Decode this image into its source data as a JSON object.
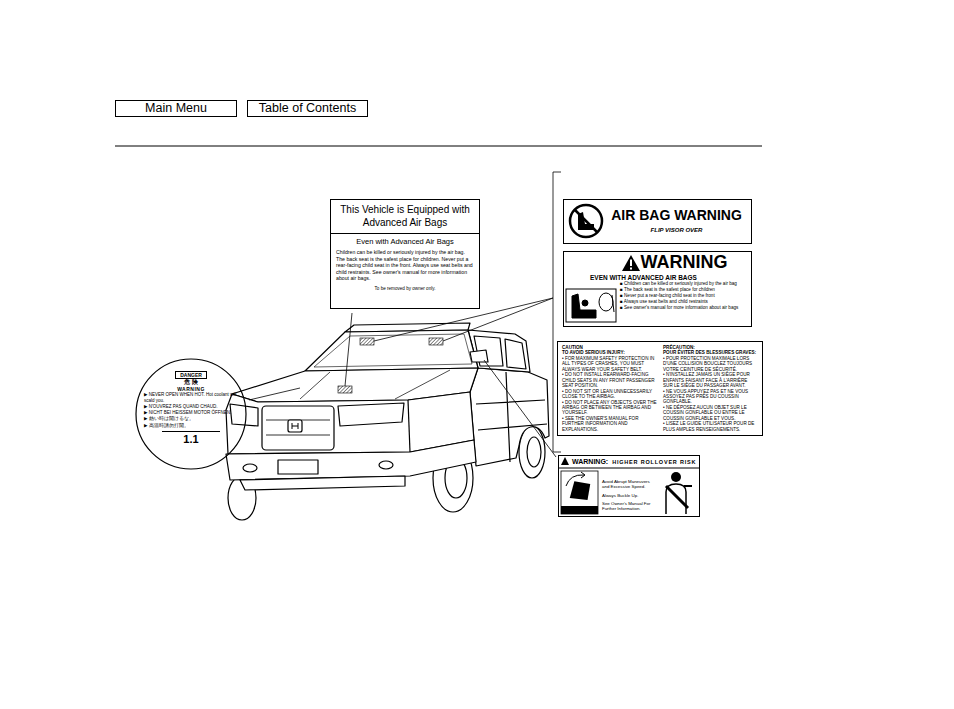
{
  "diagram": {
    "nodes": [
      {
        "text": [
          "Main Menu"
        ]
      },
      {
        "text": [
          "Table of Contents"
        ]
      },
      {
        "text": [
          "This Vehicle is Equipped with Advanced Air Bags",
          "Even with Advanced Air Bags",
          "Children can be killed or seriously injured by the air bag. The back seat is the safest place for children. Never put a rear-facing child seat in the front. Always use seat belts and child restraints. See owner's manual for more information about air bags.",
          "To be removed by owner only."
        ]
      },
      {
        "text": [
          "AIR BAG WARNING",
          "FLIP VISOR OVER"
        ]
      },
      {
        "text": [
          "WARNING",
          "EVEN WITH ADVANCED AIR BAGS",
          "■ Children can be killed or seriously injured by the air bag",
          "■ The back seat is the safest place for children",
          "■ Never put a rear-facing child seat in the front",
          "■ Always use seat belts and child restraints",
          "■ See owner's manual for more information about air bags"
        ]
      },
      {
        "text": [
          "CAUTION",
          "TO AVOID SERIOUS INJURY:",
          "• FOR MAXIMUM SAFETY PROTECTION IN ALL TYPES OF CRASHES, YOU MUST ALWAYS WEAR YOUR SAFETY BELT.",
          "• DO NOT INSTALL REARWARD-FACING CHILD SEATS IN ANY FRONT PASSENGER SEAT POSITION.",
          "• DO NOT SIT OR LEAN UNNECESSARILY CLOSE TO THE AIRBAG.",
          "• DO NOT PLACE ANY OBJECTS OVER THE AIRBAG OR BETWEEN THE AIRBAG AND YOURSELF.",
          "• SEE THE OWNER'S MANUAL FOR FURTHER INFORMATION AND EXPLANATIONS.",
          "PRÉCAUTION:",
          "POUR ÉVITER DES BLESSURES GRAVES:",
          "• POUR PROTECTION MAXIMALE LORS D'UNE COLLISION BOUCLEZ TOUJOURS VOTRE CEINTURE DE SÉCURITÉ.",
          "• N'INSTALLEZ JAMAIS UN SIÈGE POUR ENFANTS FAISANT FACE À L'ARRIÈRE SUR LE SIÈGE DU PASSAGER AVANT.",
          "• NE VOUS APPUYEZ PAS ET NE VOUS ASSOYEZ PAS PRÈS DU COUSSIN GONFLABLE.",
          "• NE DÉPOSEZ AUCUN OBJET SUR LE COUSSIN GONFLABLE OU ENTRE LE COUSSIN GONFLABLE ET VOUS.",
          "• LISEZ LE GUIDE UTILISATEUR POUR DE PLUS AMPLES RENSEIGNEMENTS."
        ]
      },
      {
        "text": [
          "DANGER",
          "危 険",
          "WARNING",
          "▶ NEVER OPEN WHEN HOT. Hot coolant will scald you.",
          "▶ N'OUVREZ PAS QUAND CHAUD.",
          "▶ NICHT BEI HEISSEM MOTOR ÖFFNEN.",
          "▶ 熱い時は開けるな。",
          "▶ 高温時請勿打開。",
          "1.1"
        ]
      },
      {
        "text": [
          "WARNING:",
          "HIGHER ROLLOVER RISK",
          "Avoid Abrupt Maneuvers and Excessive Speed.",
          "Always Buckle Up.",
          "See Owner's Manual For Further Information."
        ]
      }
    ]
  }
}
